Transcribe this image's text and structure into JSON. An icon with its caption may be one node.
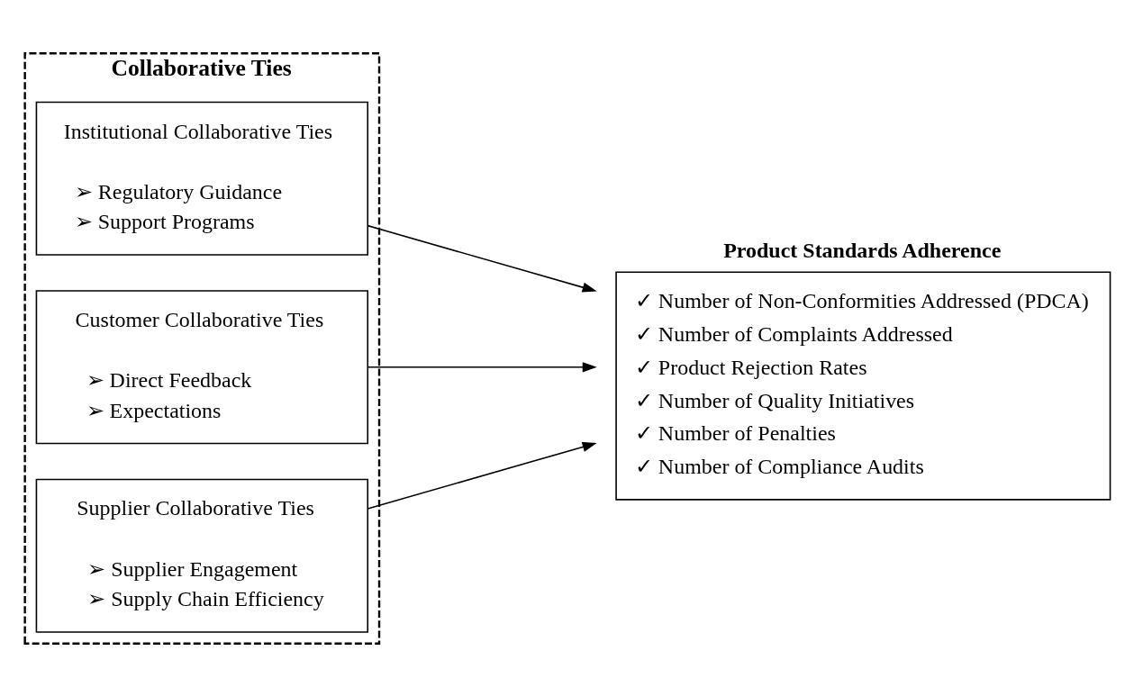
{
  "diagram": {
    "nodes": [
      {
        "text": [
          "Collaborative Ties"
        ]
      },
      {
        "text": [
          "Institutional Collaborative Ties",
          "➢ Regulatory Guidance",
          "➢ Support Programs"
        ],
        "in": 0
      },
      {
        "text": [
          "Customer Collaborative Ties",
          "➢ Direct Feedback",
          "➢ Expectations"
        ],
        "in": 0
      },
      {
        "text": [
          "Supplier Collaborative Ties",
          "➢ Supplier Engagement",
          "➢ Supply Chain Efficiency"
        ],
        "in": 0
      },
      {
        "text": [
          "Product Standards Adherence",
          "✓ Number of Non-Conformities Addressed (PDCA)",
          "✓ Number of Complaints Addressed",
          "✓ Product Rejection Rates",
          "✓ Number of Quality Initiatives",
          "✓ Number of Penalties",
          "✓ Number of Compliance Audits"
        ]
      }
    ],
    "edges": [
      {
        "from": 1,
        "to": 4,
        "arrow": "to"
      },
      {
        "from": 2,
        "to": 4,
        "arrow": "to"
      },
      {
        "from": 3,
        "to": 4,
        "arrow": "to"
      }
    ]
  }
}
